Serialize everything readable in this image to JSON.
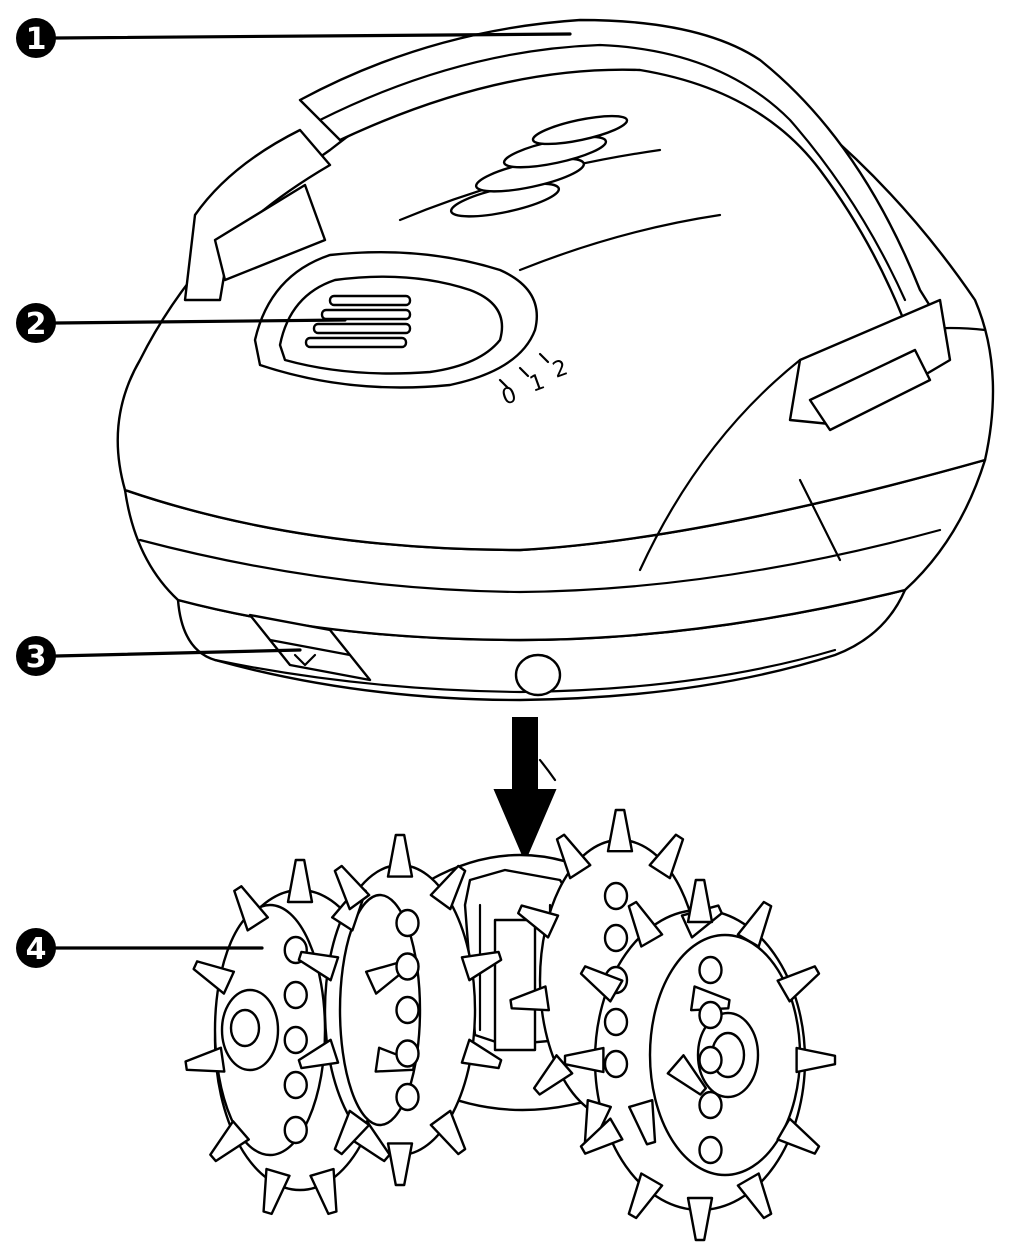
{
  "callouts": [
    {
      "id": "1",
      "label": "1"
    },
    {
      "id": "2",
      "label": "2"
    },
    {
      "id": "3",
      "label": "3"
    },
    {
      "id": "4",
      "label": "4"
    }
  ],
  "speed_switch": {
    "positions": [
      "0",
      "1",
      "2"
    ]
  },
  "colors": {
    "ink": "#000000",
    "paper": "#ffffff"
  }
}
